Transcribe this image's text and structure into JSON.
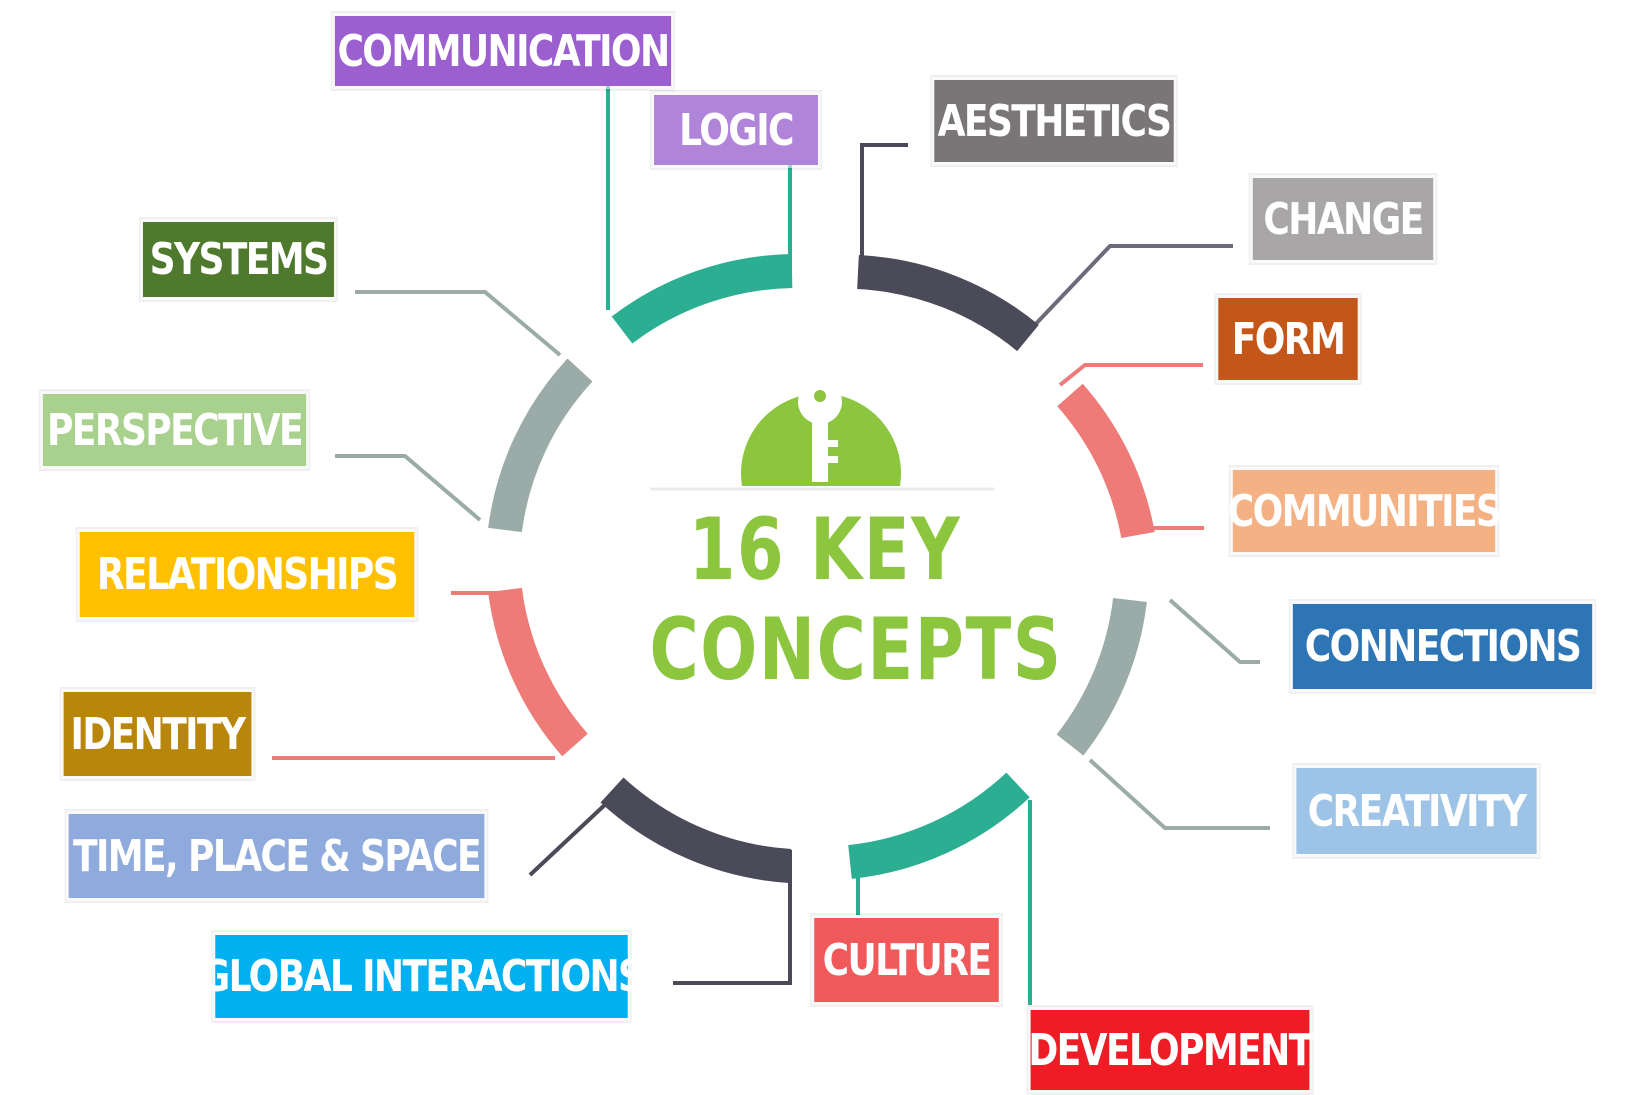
{
  "title": {
    "line1": "16 KEY",
    "line2": "CONCEPTS"
  },
  "center_icon": "key-icon",
  "accent": "#8cc63f",
  "concepts": [
    {
      "label": "COMMUNICATION",
      "color": "#9b5fcf"
    },
    {
      "label": "LOGIC",
      "color": "#b084d9"
    },
    {
      "label": "AESTHETICS",
      "color": "#7a7677"
    },
    {
      "label": "CHANGE",
      "color": "#a9a6a7"
    },
    {
      "label": "SYSTEMS",
      "color": "#4f7a2e"
    },
    {
      "label": "FORM",
      "color": "#c4561a"
    },
    {
      "label": "PERSPECTIVE",
      "color": "#a9d18e"
    },
    {
      "label": "COMMUNITIES",
      "color": "#f4b183"
    },
    {
      "label": "RELATIONSHIPS",
      "color": "#ffc000"
    },
    {
      "label": "CONNECTIONS",
      "color": "#2e75b6"
    },
    {
      "label": "IDENTITY",
      "color": "#b8860b"
    },
    {
      "label": "CREATIVITY",
      "color": "#9dc3e6"
    },
    {
      "label": "TIME, PLACE & SPACE",
      "color": "#8faadc"
    },
    {
      "label": "CULTURE",
      "color": "#f0585a"
    },
    {
      "label": "GLOBAL INTERACTIONS",
      "color": "#00b0f0"
    },
    {
      "label": "DEVELOPMENT",
      "color": "#ee1c25"
    }
  ]
}
